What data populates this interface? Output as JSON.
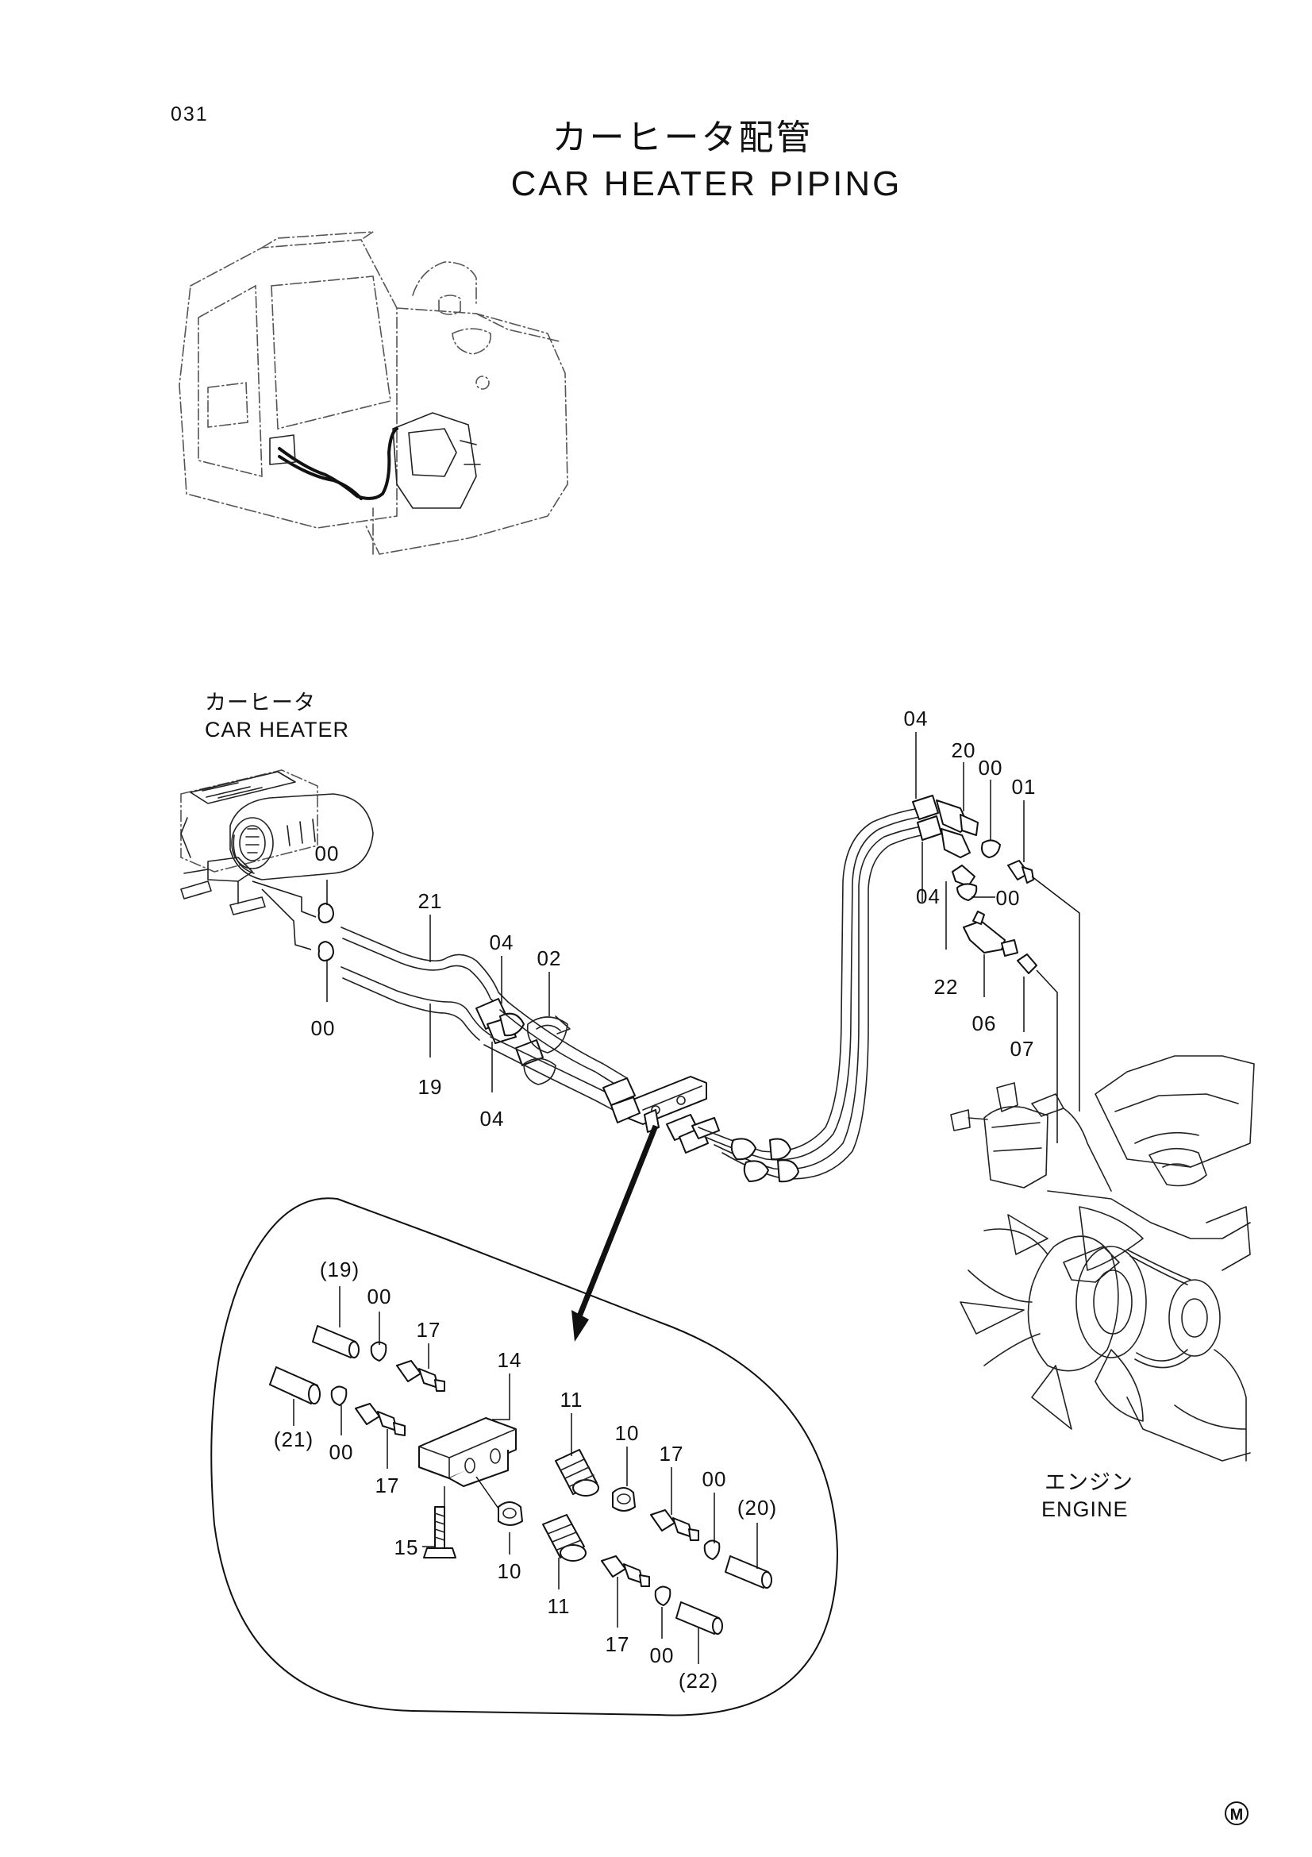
{
  "page": {
    "page_number": "031",
    "title_jp": "カーヒータ配管",
    "title_en": "CAR HEATER PIPING",
    "mark": "M"
  },
  "captions": {
    "heater_jp": "カーヒータ",
    "heater_en": "CAR HEATER",
    "engine_jp": "エンジン",
    "engine_en": "ENGINE"
  },
  "callouts": {
    "main": [
      "00",
      "00",
      "21",
      "19",
      "04",
      "02",
      "04",
      "04",
      "20",
      "00",
      "01",
      "00",
      "04",
      "22",
      "06",
      "07"
    ],
    "detail": [
      "(19)",
      "00",
      "17",
      "14",
      "(21)",
      "00",
      "17",
      "11",
      "10",
      "17",
      "00",
      "(20)",
      "15",
      "10",
      "11",
      "17",
      "00",
      "(22)"
    ]
  }
}
